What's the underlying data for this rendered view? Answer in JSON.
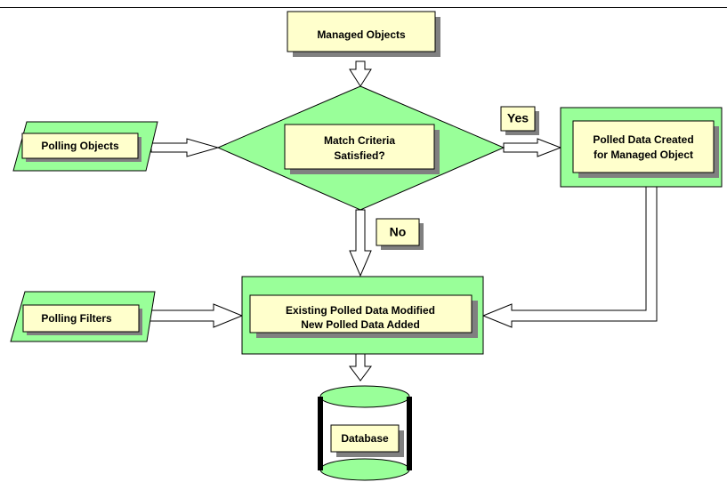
{
  "colors": {
    "green": "#99ff99",
    "cream": "#ffffcc",
    "shadow": "#808080",
    "line": "#000000",
    "background": "#ffffff"
  },
  "nodes": {
    "managed_objects": "Managed Objects",
    "polling_objects": "Polling Objects",
    "match_criteria": [
      "Match Criteria",
      "Satisfied?"
    ],
    "polled_data_created": [
      "Polled Data Created",
      "for Managed Object"
    ],
    "polling_filters": "Polling Filters",
    "existing_modified": [
      "Existing Polled Data Modified",
      "New Polled Data Added"
    ],
    "database": "Database"
  },
  "branches": {
    "yes": "Yes",
    "no": "No"
  },
  "icons": {
    "arrow": "hollow-double-line-arrow",
    "storage": "cylinder-icon"
  }
}
